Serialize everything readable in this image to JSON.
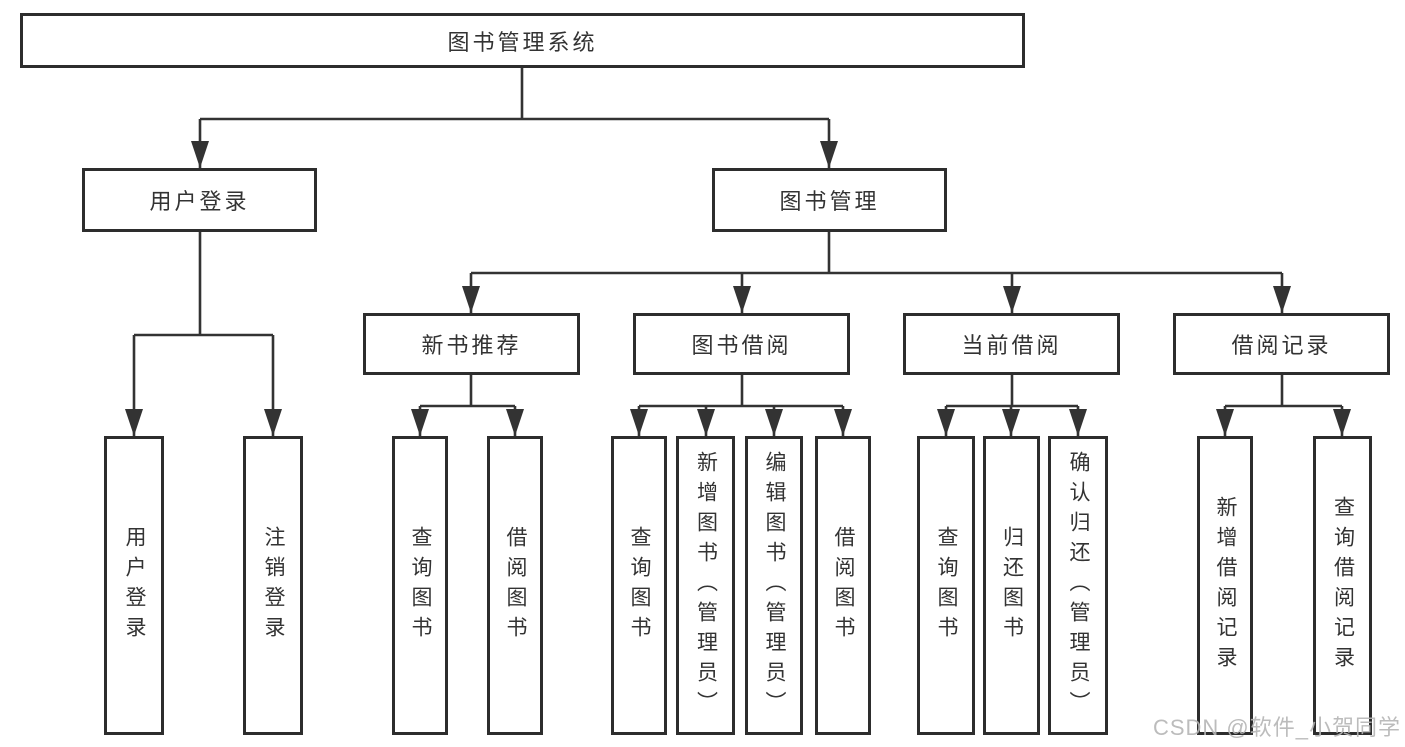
{
  "colors": {
    "line": "#333333",
    "box_border": "#2d2d2d",
    "box_fill": "#ffffff",
    "text": "#333333",
    "watermark": "#b5b5b5"
  },
  "watermark": {
    "text": "CSDN @软件_小贺同学"
  },
  "tree": {
    "label": "图书管理系统",
    "children": [
      {
        "label": "用户登录",
        "children": [
          {
            "label": "用户登录"
          },
          {
            "label": "注销登录"
          }
        ]
      },
      {
        "label": "图书管理",
        "children": [
          {
            "label": "新书推荐",
            "children": [
              {
                "label": "查询图书"
              },
              {
                "label": "借阅图书"
              }
            ]
          },
          {
            "label": "图书借阅",
            "children": [
              {
                "label": "查询图书"
              },
              {
                "label": "新增图书（管理员）"
              },
              {
                "label": "编辑图书（管理员）"
              },
              {
                "label": "借阅图书"
              }
            ]
          },
          {
            "label": "当前借阅",
            "children": [
              {
                "label": "查询图书"
              },
              {
                "label": "归还图书"
              },
              {
                "label": "确认归还（管理员）"
              }
            ]
          },
          {
            "label": "借阅记录",
            "children": [
              {
                "label": "新增借阅记录"
              },
              {
                "label": "查询借阅记录"
              }
            ]
          }
        ]
      }
    ]
  }
}
